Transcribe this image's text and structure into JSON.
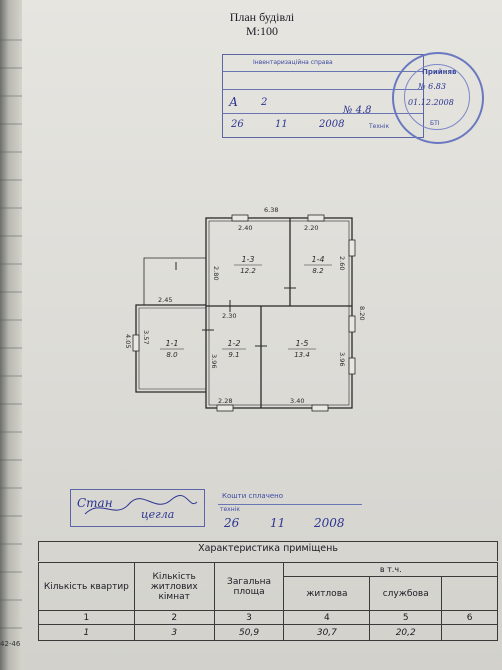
{
  "header": {
    "title": "План будівлі",
    "scale": "М:100"
  },
  "stamp_registry": {
    "line1": "Інвентаризаційна справа",
    "line2": "А",
    "line3": "2",
    "date_day": "26",
    "date_month": "11",
    "date_year": "2008",
    "area": "№ 4.8",
    "label": "Технік"
  },
  "stamp_accepted": {
    "title": "Прийняв",
    "number": "№ 6.83",
    "date": "01.12.2008",
    "ring_text": "БТІ"
  },
  "plan": {
    "dim_top": "6.38",
    "dim_left_top": "2.40",
    "dim_right_top": "2.20",
    "dim_vert_13": "2.80",
    "dim_vert_14": "2.60",
    "dim_right_full": "8.20",
    "dim_left_full": "4.05",
    "dim_11_top": "2.45",
    "dim_11_side": "3.57",
    "dim_12_top": "2.30",
    "dim_12_side": "3.96",
    "dim_15_side": "3.96",
    "dim_bottom_left": "2.28",
    "dim_bottom_right": "3.40",
    "rooms": [
      {
        "id": "1-1",
        "area": "8.0"
      },
      {
        "id": "1-2",
        "area": "9.1"
      },
      {
        "id": "1-3",
        "area": "12.2"
      },
      {
        "id": "1-4",
        "area": "8.2"
      },
      {
        "id": "1-5",
        "area": "13.4"
      }
    ]
  },
  "stamp_bottom_left": {
    "line1": "Стан",
    "line2": "цегла"
  },
  "stamp_bottom_right": {
    "line1": "Кошти сплачено",
    "label": "технік",
    "day": "26",
    "month": "11",
    "year": "2008"
  },
  "table": {
    "caption": "Характеристика приміщень",
    "headers": {
      "apartments": "Кількість квартир",
      "rooms": "Кількість житлових кімнат",
      "total": "Загальна площа",
      "incl": "в т.ч.",
      "living": "житлова",
      "service": "службова"
    },
    "numbers": [
      "1",
      "2",
      "3",
      "4",
      "5",
      "6"
    ],
    "row": {
      "apartments": "1",
      "rooms": "3",
      "total": "50,9",
      "living": "30,7",
      "service": "20,2",
      "extra": ""
    }
  },
  "margin_note": "42-46"
}
